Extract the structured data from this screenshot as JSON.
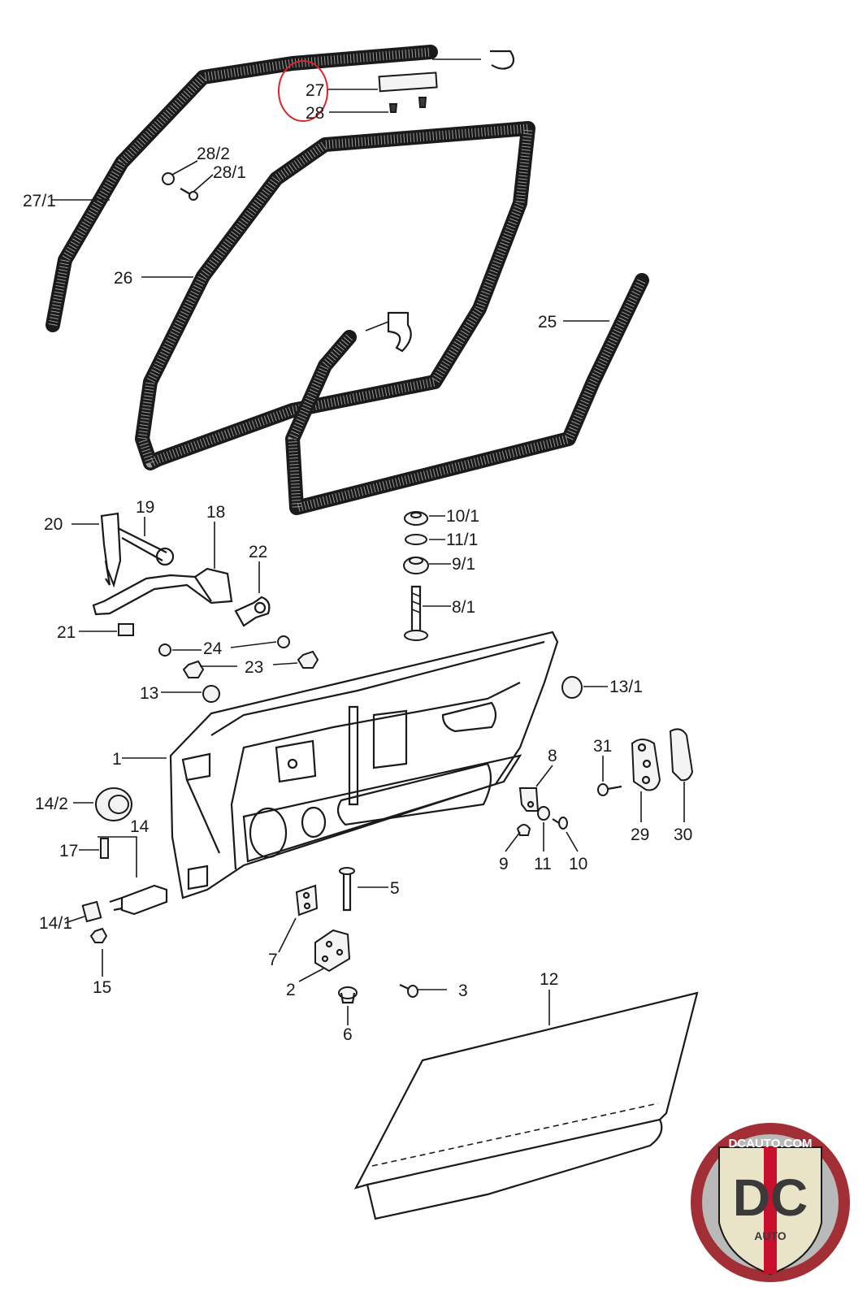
{
  "labels": {
    "l1": "1",
    "l2": "2",
    "l3": "3",
    "l5": "5",
    "l6": "6",
    "l7": "7",
    "l8": "8",
    "l8_1": "8/1",
    "l9": "9",
    "l9_1": "9/1",
    "l10": "10",
    "l10_1": "10/1",
    "l11": "11",
    "l11_1": "11/1",
    "l12": "12",
    "l13": "13",
    "l13_1": "13/1",
    "l14": "14",
    "l14_1": "14/1",
    "l14_2": "14/2",
    "l15": "15",
    "l17": "17",
    "l18": "18",
    "l19": "19",
    "l20": "20",
    "l21": "21",
    "l22": "22",
    "l23": "23",
    "l24": "24",
    "l25": "25",
    "l26": "26",
    "l27": "27",
    "l27_1": "27/1",
    "l28": "28",
    "l28_1": "28/1",
    "l28_2": "28/2",
    "l29": "29",
    "l30": "30",
    "l31": "31"
  },
  "highlight": {
    "target": "27",
    "color": "#d9262c"
  },
  "watermark": {
    "top_text": "DCAUTO.COM",
    "monogram": "DC",
    "bottom_text": "AUTO"
  },
  "colors": {
    "ink": "#1a1a1a",
    "logo_red": "#c8102e",
    "logo_ring": "#a12f35"
  }
}
